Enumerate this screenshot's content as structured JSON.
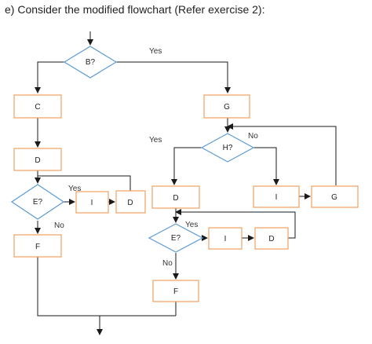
{
  "heading": "e) Consider the modified flowchart (Refer exercise 2):",
  "colors": {
    "box_stroke": "#F0A060",
    "diamond_stroke": "#5B9BD5",
    "line": "#1a1a1a",
    "text": "#222222"
  },
  "nodes": {
    "b_decision": "B?",
    "c_process": "C",
    "d_left": "D",
    "e_left_decision": "E?",
    "i_left": "I",
    "d_left_loop": "D",
    "f_left": "F",
    "g_top": "G",
    "h_decision": "H?",
    "d_right": "D",
    "i_right_top": "I",
    "g_right": "G",
    "e_right_decision": "E?",
    "i_right_bottom": "I",
    "d_right_bottom": "D",
    "f_right": "F"
  },
  "edge_labels": {
    "b_yes": "Yes",
    "h_yes": "Yes",
    "h_no": "No",
    "e_left_yes": "Yes",
    "e_left_no": "No",
    "e_right_yes": "Yes",
    "e_right_no": "No"
  }
}
